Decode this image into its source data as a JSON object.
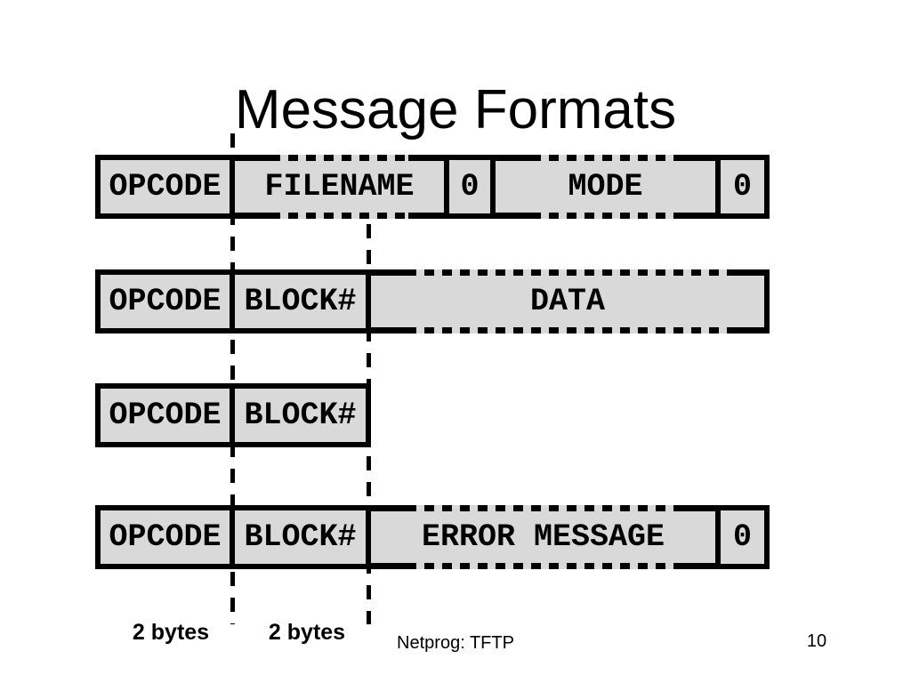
{
  "title": "Message Formats",
  "rows": [
    {
      "cells": [
        {
          "label": "OPCODE"
        },
        {
          "label": "FILENAME"
        },
        {
          "label": "0"
        },
        {
          "label": "MODE"
        },
        {
          "label": "0"
        }
      ]
    },
    {
      "cells": [
        {
          "label": "OPCODE"
        },
        {
          "label": "BLOCK#"
        },
        {
          "label": "DATA"
        }
      ]
    },
    {
      "cells": [
        {
          "label": "OPCODE"
        },
        {
          "label": "BLOCK#"
        }
      ]
    },
    {
      "cells": [
        {
          "label": "OPCODE"
        },
        {
          "label": "BLOCK#"
        },
        {
          "label": "ERROR MESSAGE"
        },
        {
          "label": "0"
        }
      ]
    }
  ],
  "annotations": {
    "byte_label_1": "2 bytes",
    "byte_label_2": "2 bytes"
  },
  "footer": {
    "label": "Netprog: TFTP",
    "page_number": "10"
  },
  "colors": {
    "cell_fill": "#d9d9d9",
    "border_color": "#000000",
    "text_color": "#000000",
    "background": "#ffffff"
  }
}
